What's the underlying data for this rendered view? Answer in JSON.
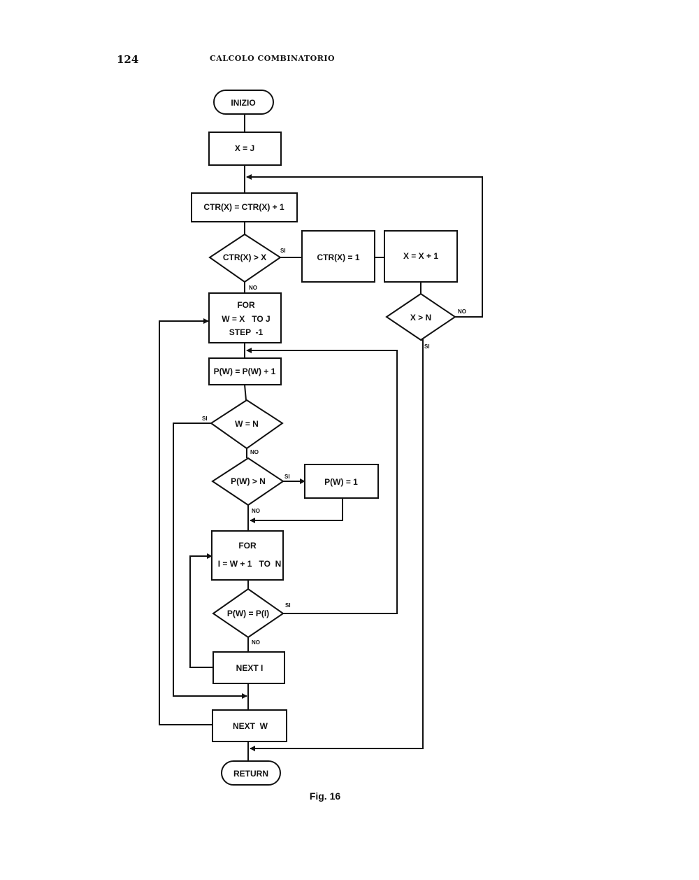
{
  "header": {
    "page_number": "124",
    "title": "CALCOLO COMBINATORIO"
  },
  "flowchart": {
    "start": "INIZIO",
    "assign_x": "X = J",
    "inc_ctr": "CTR(X) = CTR(X) + 1",
    "test_ctr": "CTR(X) > X",
    "reset_ctr": "CTR(X) = 1",
    "inc_x": "X = X + 1",
    "test_x": "X > N",
    "for_w": [
      "FOR",
      "W = X   TO J",
      "STEP  -1"
    ],
    "inc_pw": "P(W) = P(W) + 1",
    "test_wn": "W = N",
    "test_pwn": "P(W) > N",
    "reset_pw": "P(W) = 1",
    "for_i": [
      "FOR",
      "I = W + 1   TO  N"
    ],
    "test_pwpi": "P(W) = P(I)",
    "next_i": "NEXT I",
    "next_w": "NEXT  W",
    "end": "RETURN",
    "yes": "SI",
    "no": "NO"
  },
  "caption": "Fig. 16"
}
